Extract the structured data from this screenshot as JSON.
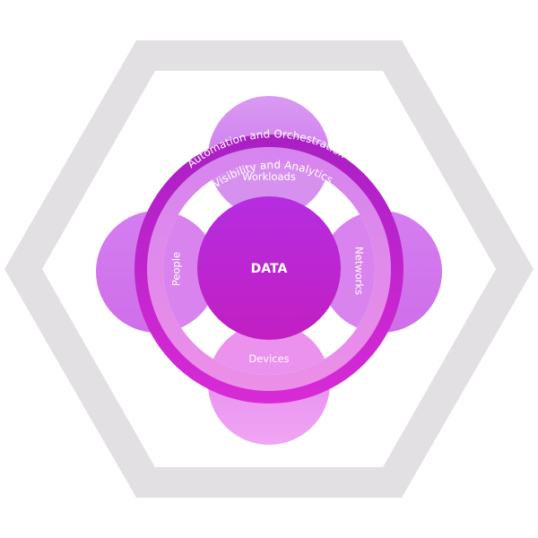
{
  "diagram": {
    "center_label": "DATA",
    "pillars": {
      "top": "Workloads",
      "right": "Networks",
      "bottom": "Devices",
      "left": "People"
    },
    "ring_labels": {
      "outer": "Automation and Orchestration",
      "inner": "Visibility and Analytics"
    }
  },
  "colors": {
    "hexagon": "#e3e0e4",
    "ring_outer": "#b92ad6",
    "ring_inner": "#de8ff0",
    "lobe": "#de8ff0",
    "core": "#b52bd6"
  }
}
